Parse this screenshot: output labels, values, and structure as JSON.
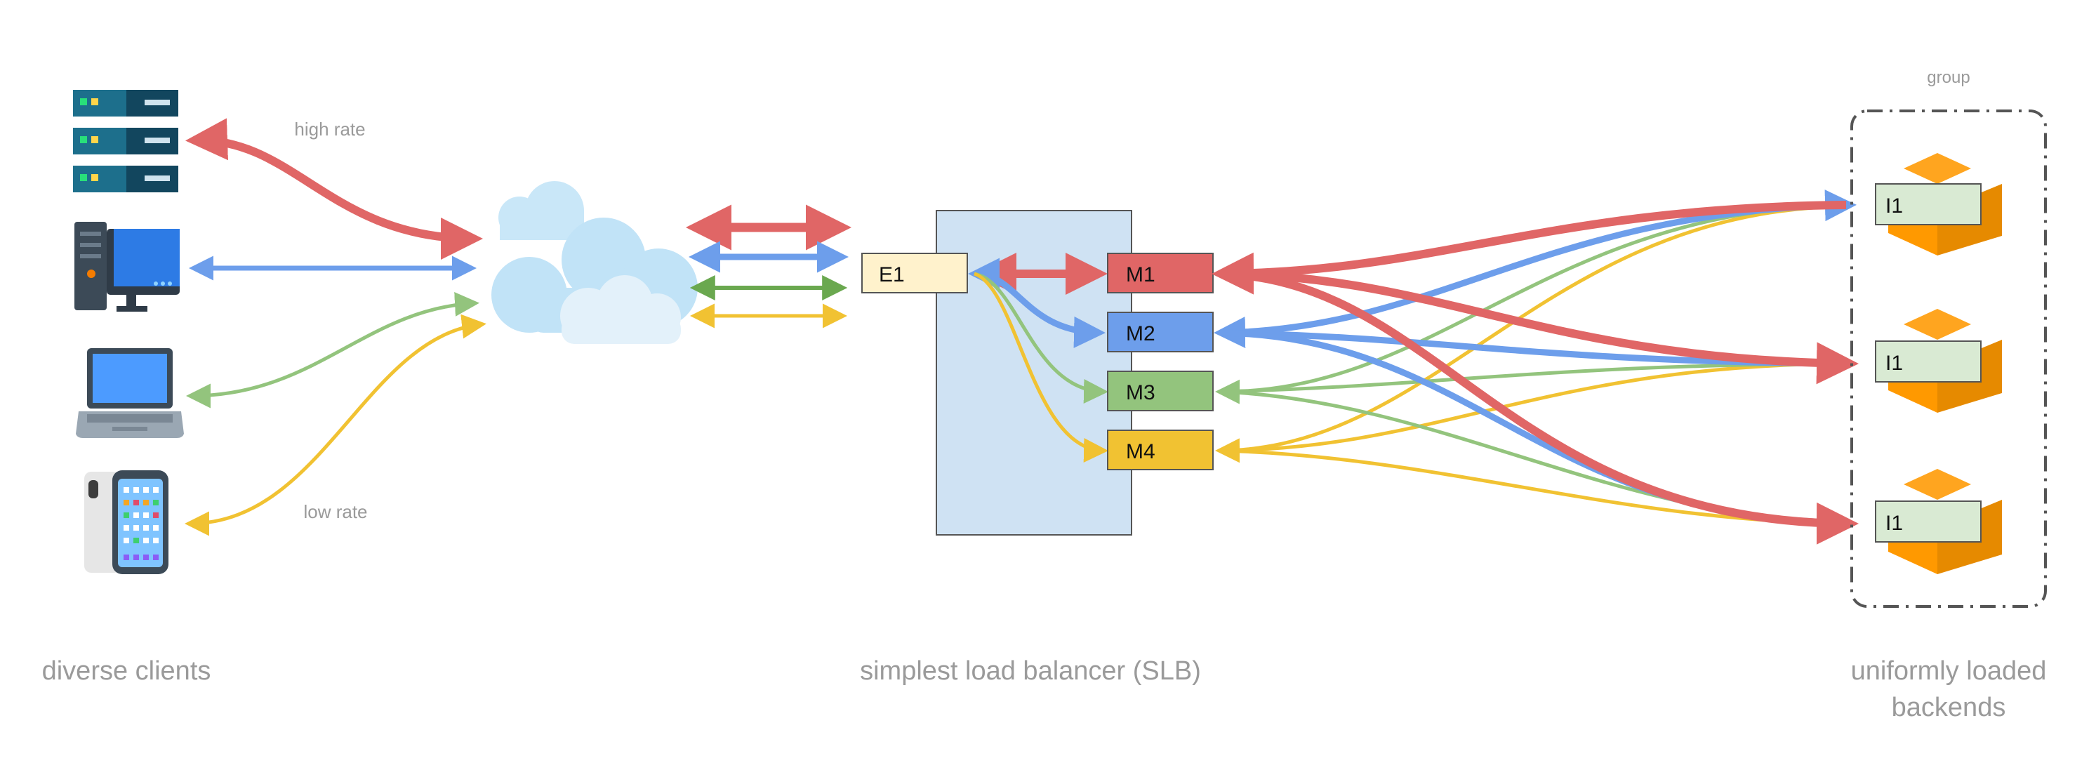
{
  "labels": {
    "high_rate": "high rate",
    "low_rate": "low rate",
    "group": "group",
    "diverse_clients": "diverse clients",
    "slb_title": "simplest load balancer (SLB)",
    "backends_line1": "uniformly loaded",
    "backends_line2": "backends"
  },
  "nodes": {
    "entry": "E1",
    "m1": "M1",
    "m2": "M2",
    "m3": "M3",
    "m4": "M4",
    "backend1": "I1",
    "backend2": "I1",
    "backend3": "I1"
  },
  "clients": [
    "server-rack",
    "desktop-computer",
    "laptop",
    "smartphone"
  ],
  "colors": {
    "red": "#e06666",
    "blue": "#6d9eeb",
    "green": "#93c47d",
    "green_dark": "#6aa84f",
    "yellow": "#f1c232",
    "e1_fill": "#fff2cc",
    "slb_fill": "#cfe2f3",
    "backend_fill": "#d9ead3",
    "cube": "#ff9900",
    "cloud": "#c9e7f8",
    "caption": "#9a9a9a"
  }
}
